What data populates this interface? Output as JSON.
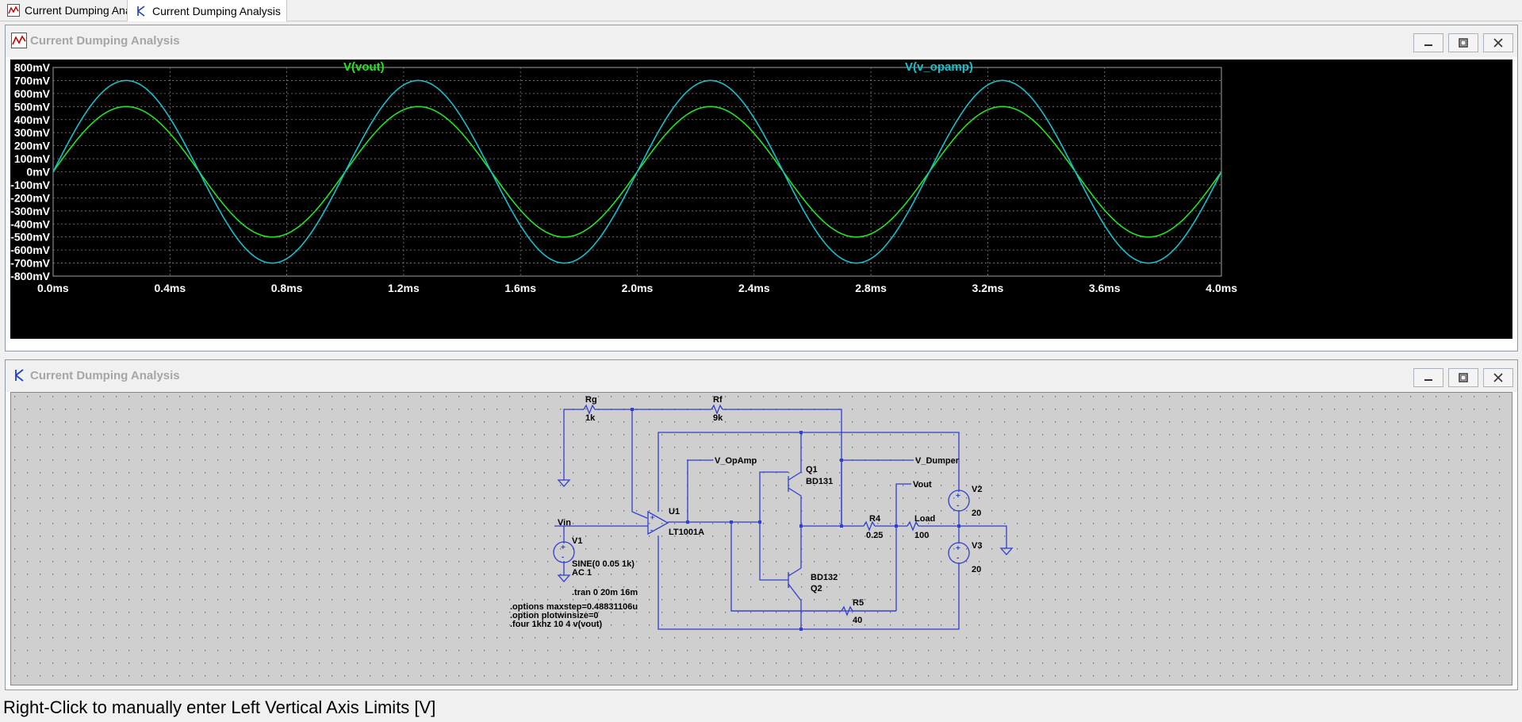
{
  "tabs": [
    {
      "label": "Current Dumping Analysis",
      "icon": "waveform-icon"
    },
    {
      "label": "Current Dumping Analysis",
      "icon": "schematic-icon"
    }
  ],
  "waveform_window": {
    "title": "Current Dumping Analysis"
  },
  "schematic_window": {
    "title": "Current Dumping Analysis"
  },
  "status": "Right-Click to manually enter Left Vertical Axis Limits [V]",
  "colors": {
    "trace_vout": "#22e622",
    "trace_opamp": "#18c0cc",
    "wire": "#2f3fcf",
    "grid": "#808080"
  },
  "chart_data": {
    "type": "line",
    "series": [
      {
        "name": "V(vout)",
        "amplitude_mV": 500,
        "frequency_kHz": 1,
        "color": "#22e622"
      },
      {
        "name": "V(v_opamp)",
        "amplitude_mV": 700,
        "frequency_kHz": 1,
        "color": "#18c0cc"
      }
    ],
    "x_ticks": [
      "0.0ms",
      "0.4ms",
      "0.8ms",
      "1.2ms",
      "1.6ms",
      "2.0ms",
      "2.4ms",
      "2.8ms",
      "3.2ms",
      "3.6ms",
      "4.0ms"
    ],
    "y_ticks": [
      "800mV",
      "700mV",
      "600mV",
      "500mV",
      "400mV",
      "300mV",
      "200mV",
      "100mV",
      "0mV",
      "-100mV",
      "-200mV",
      "-300mV",
      "-400mV",
      "-500mV",
      "-600mV",
      "-700mV",
      "-800mV"
    ],
    "xlim_ms": [
      0,
      4.0
    ],
    "ylim_mV": [
      -800,
      800
    ],
    "grid": true
  },
  "schematic": {
    "labels": {
      "rg_name": "Rg",
      "rg_val": "1k",
      "rf_name": "Rf",
      "rf_val": "9k",
      "v_opamp": "V_OpAmp",
      "q1_name": "Q1",
      "q1_model": "BD131",
      "v_dumper": "V_Dumper",
      "vout": "Vout",
      "v2_name": "V2",
      "v2_val": "20",
      "u1_name": "U1",
      "u1_model": "LT1001A",
      "vin": "Vin",
      "r4_name": "R4",
      "r4_val": "0.25",
      "load_name": "Load",
      "load_val": "100",
      "v3_name": "V3",
      "v3_val": "20",
      "v1_name": "V1",
      "v1_sine": "SINE(0 0.05 1k)",
      "v1_ac": "AC 1",
      "q2_model": "BD132",
      "q2_name": "Q2",
      "r5_name": "R5",
      "r5_val": "40"
    },
    "directives": {
      "tran": ".tran 0 20m 16m",
      "maxstep": ".options maxstep=0.48831106u",
      "plotwinsize": ".option plotwinsize=0",
      "four": ".four 1khz 10 4 v(vout)"
    }
  }
}
